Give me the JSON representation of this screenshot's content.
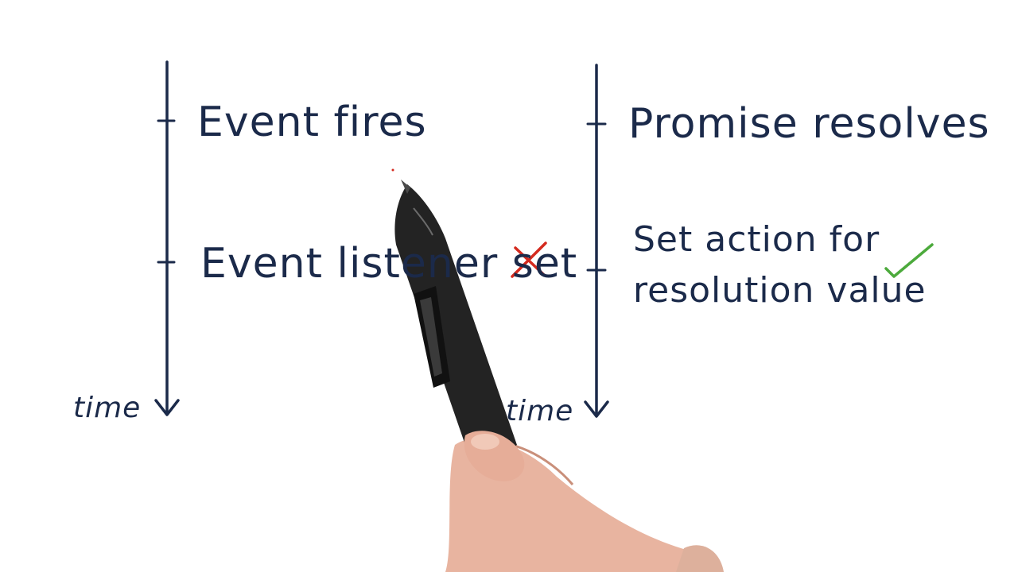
{
  "diagram": {
    "left_timeline": {
      "event_1": "Event fires",
      "event_2": "Event listener set",
      "axis_label": "time",
      "verdict_icon": "x-mark-icon",
      "verdict_color": "#d42a1e"
    },
    "right_timeline": {
      "event_1": "Promise resolves",
      "event_2_line_1": "Set action for",
      "event_2_line_2": "resolution value",
      "axis_label": "time",
      "verdict_icon": "check-mark-icon",
      "verdict_color": "#4caa3c"
    },
    "ink_color": "#1b2a4a"
  }
}
